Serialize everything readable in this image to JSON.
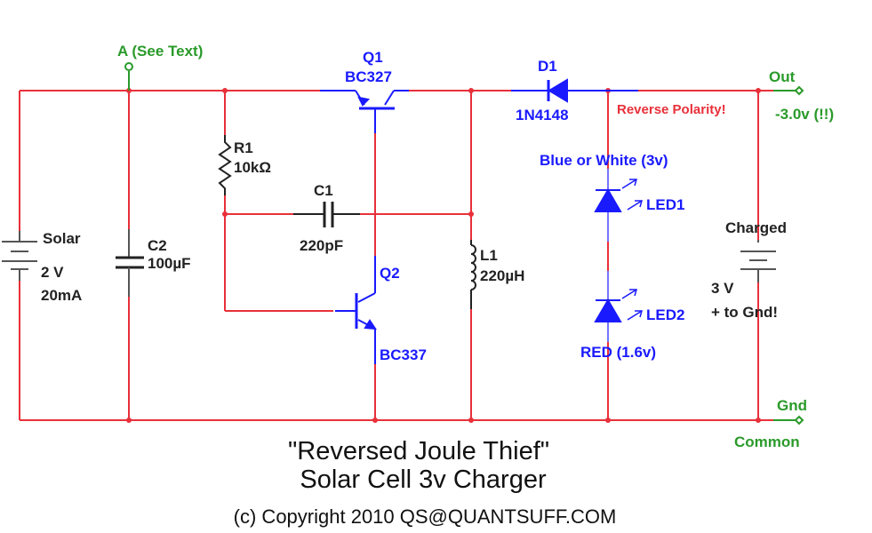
{
  "colors": {
    "wire": "#e8303a",
    "component": "#1a1aff",
    "passive": "#222222",
    "probe": "#2a9a2a",
    "warning": "#e8303a"
  },
  "probe_a": {
    "label": "A (See Text)"
  },
  "q1": {
    "name": "Q1",
    "part": "BC327"
  },
  "d1": {
    "name": "D1",
    "part": "1N4148"
  },
  "out": {
    "label": "Out",
    "voltage": "-3.0v (!!)"
  },
  "reverse_note": "Reverse Polarity!",
  "r1": {
    "name": "R1",
    "value": "10kΩ"
  },
  "c1": {
    "name": "C1",
    "value": "220pF"
  },
  "c2": {
    "name": "C2",
    "value": "100µF"
  },
  "solar": {
    "name": "Solar",
    "voltage": "2 V",
    "current": "20mA"
  },
  "q2": {
    "name": "Q2",
    "part": "BC337"
  },
  "l1": {
    "name": "L1",
    "value": "220µH"
  },
  "led1": {
    "name": "LED1",
    "note": "Blue or White (3v)"
  },
  "led2": {
    "name": "LED2",
    "note": "RED (1.6v)"
  },
  "battery": {
    "label": "Charged",
    "voltage": "3 V",
    "note": "+ to Gnd!"
  },
  "gnd": {
    "label": "Gnd",
    "sublabel": "Common"
  },
  "title": {
    "line1": "\"Reversed Joule Thief\"",
    "line2": "Solar Cell 3v Charger"
  },
  "copyright": "(c) Copyright 2010 QS@QUANTSUFF.COM"
}
